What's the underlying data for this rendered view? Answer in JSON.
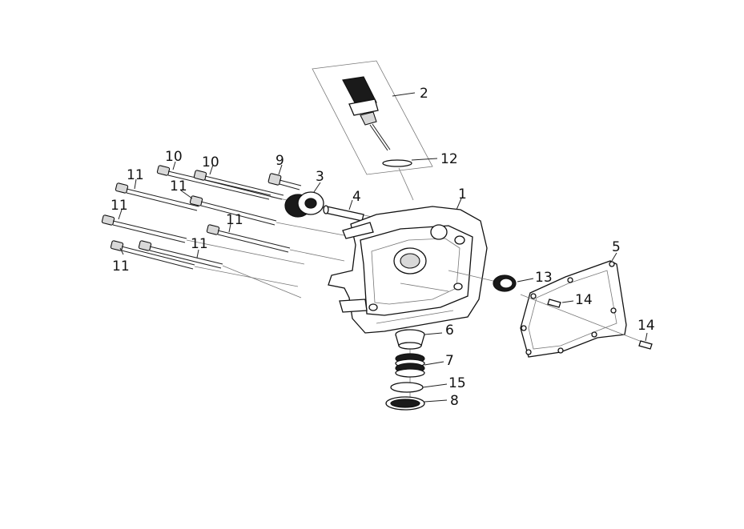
{
  "callouts": {
    "c1": "1",
    "c2": "2",
    "c3": "3",
    "c4": "4",
    "c5": "5",
    "c6": "6",
    "c7": "7",
    "c8": "8",
    "c9": "9",
    "c10a": "10",
    "c10b": "10",
    "c11a": "11",
    "c11b": "11",
    "c11c": "11",
    "c11d": "11",
    "c11e": "11",
    "c11f": "11",
    "c12": "12",
    "c13": "13",
    "c14a": "14",
    "c14b": "14",
    "c15": "15"
  },
  "colors": {
    "ink": "#111111",
    "background": "#ffffff"
  }
}
